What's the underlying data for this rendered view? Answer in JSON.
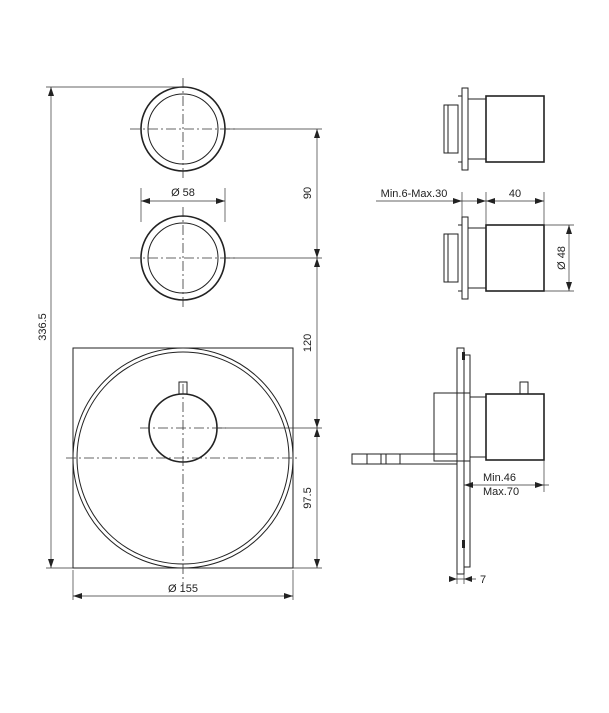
{
  "dimensions": {
    "total_height": "336.5",
    "knob_diameter": "Ø 58",
    "spacing_upper": "90",
    "spacing_middle": "120",
    "spacing_lower": "97.5",
    "plate_diameter": "Ø 155",
    "wall_range": "Min.6-Max.30",
    "knob_depth": "40",
    "knob_side_diameter": "Ø 48",
    "projection_min": "Min.46",
    "projection_max": "Max.70",
    "plate_thickness": "7"
  }
}
